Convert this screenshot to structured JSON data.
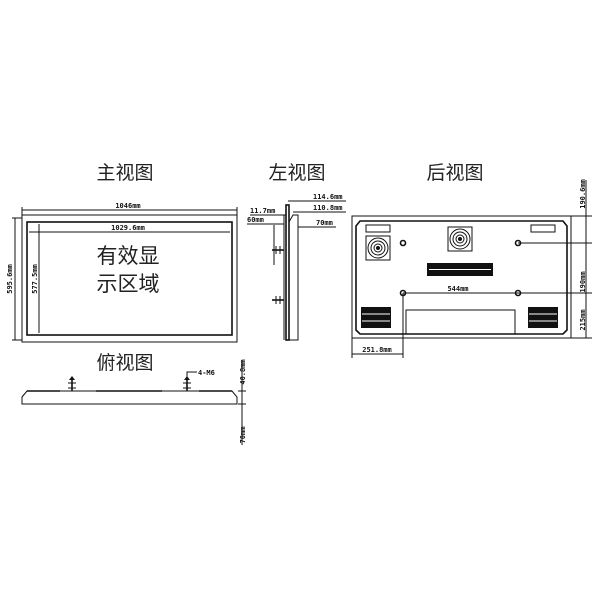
{
  "views": {
    "front": {
      "title": "主视图",
      "width_outer": "1046mm",
      "width_inner": "1029.6mm",
      "height_outer": "595.6mm",
      "height_inner": "577.5mm",
      "display_area_line1": "有效显",
      "display_area_line2": "示区域"
    },
    "top": {
      "title": "俯视图",
      "bolt_label": "4-M6",
      "dim_upper": "40.8mm",
      "dim_lower": "70mm"
    },
    "left": {
      "title": "左视图",
      "dim_1": "114.6mm",
      "dim_2": "110.8mm",
      "dim_3": "11.7mm",
      "dim_4": "60mm",
      "dim_5": "70mm"
    },
    "back": {
      "title": "后视图",
      "dim_top": "190.6mm",
      "dim_mid": "190mm",
      "dim_bottom": "215mm",
      "dim_hole_spacing": "544mm",
      "dim_left": "251.8mm"
    }
  }
}
